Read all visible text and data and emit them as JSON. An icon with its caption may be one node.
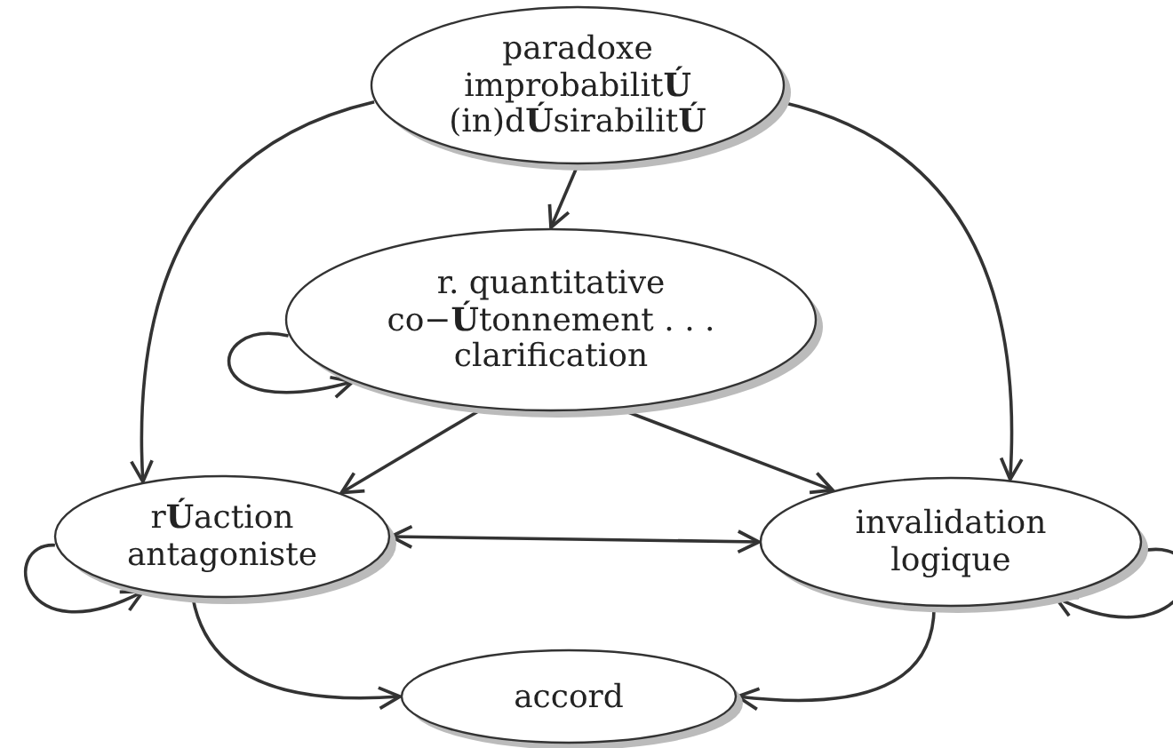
{
  "diagram": {
    "nodes": [
      {
        "text": [
          "paradoxe improbabilit**Ú** (in)d**Ú**sirabilit**Ú**"
        ]
      },
      {
        "text": [
          "r. quantitative co−**Ú**tonnement . . . clarification"
        ]
      },
      {
        "text": [
          "r**Ú**action antagoniste"
        ]
      },
      {
        "text": [
          "invalidation logique"
        ]
      },
      {
        "text": [
          "accord"
        ]
      }
    ],
    "edges": [
      {
        "from": 0,
        "to": 1,
        "arrow": "to"
      },
      {
        "from": 0,
        "to": 2,
        "arrow": "to"
      },
      {
        "from": 0,
        "to": 3,
        "arrow": "to"
      },
      {
        "from": 1,
        "to": 2,
        "arrow": "to"
      },
      {
        "from": 1,
        "to": 3,
        "arrow": "to"
      },
      {
        "from": 2,
        "to": 3,
        "arrow": "both"
      },
      {
        "from": 2,
        "to": 4,
        "arrow": "to"
      },
      {
        "from": 3,
        "to": 4,
        "arrow": "to"
      },
      {
        "from": 1,
        "to": 1,
        "arrow": "to"
      },
      {
        "from": 2,
        "to": 2,
        "arrow": "to"
      },
      {
        "from": 3,
        "to": 3,
        "arrow": "to"
      }
    ]
  }
}
